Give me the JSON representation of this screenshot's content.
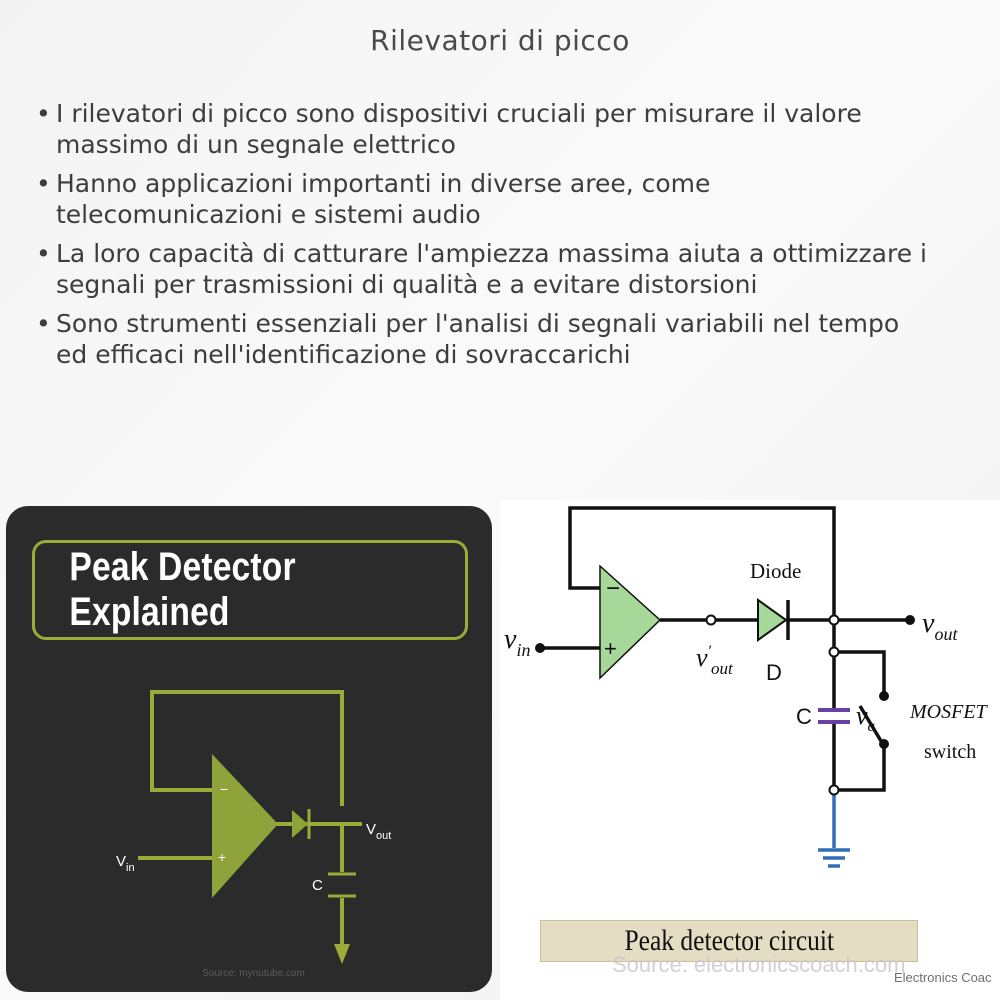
{
  "title": "Rilevatori di picco",
  "bullets": [
    "I rilevatori di picco sono dispositivi cruciali per misurare il valore massimo di un segnale elettrico",
    "Hanno applicazioni importanti in diverse aree, come telecomunicazioni e sistemi audio",
    "La loro capacità di catturare l'ampiezza massima aiuta a ottimizzare i segnali per trasmissioni di qualità e a evitare distorsioni",
    "Sono strumenti essenziali per l'analisi di segnali variabili nel tempo ed efficaci nell'identificazione di sovraccarichi"
  ],
  "left_image": {
    "banner": "Peak Detector Explained",
    "minus": "−",
    "plus": "+",
    "vin": "V",
    "vin_sub": "in",
    "vout": "V",
    "vout_sub": "out",
    "cap": "C",
    "source": "Source: mynutube.com",
    "accent": "#8fa33a"
  },
  "right_image": {
    "diode": "Diode",
    "d": "D",
    "minus": "−",
    "plus": "+",
    "vin": "v",
    "vin_sub": "in",
    "vout_prime": "v",
    "vout_prime_sup": "′",
    "vout_prime_sub": "out",
    "vout": "v",
    "vout_sub": "out",
    "cap": "C",
    "vc": "v",
    "vc_sub": "c",
    "mosfet": "MOSFET",
    "switch": "switch",
    "caption": "Peak detector circuit",
    "source": "Source: electronicscoach.com",
    "brand": "Electronics Coac",
    "opamp_color": "#a6d89a",
    "cap_color": "#6a3fa6",
    "ground_color": "#2f6fb5"
  }
}
